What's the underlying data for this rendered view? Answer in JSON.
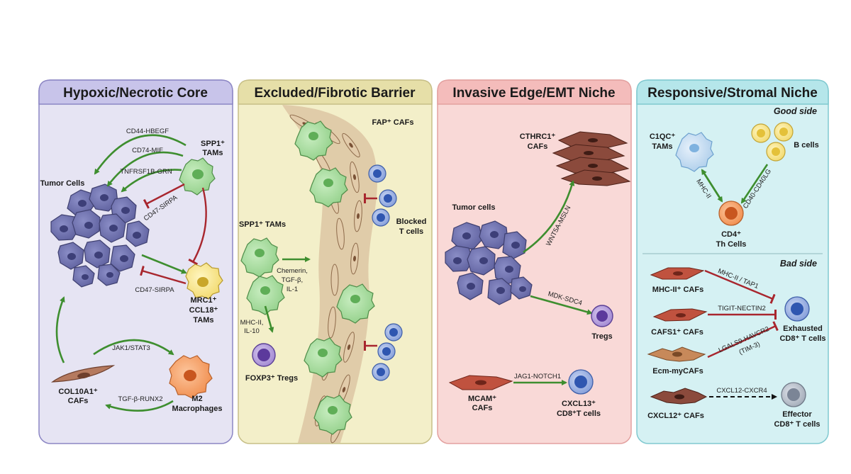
{
  "colors": {
    "panel1_bg": "#e6e4f3",
    "panel1_header": "#c8c4ea",
    "panel1_border": "#8c86c4",
    "panel2_bg": "#f3efc9",
    "panel2_header": "#e6dfa8",
    "panel2_border": "#c7bf87",
    "panel3_bg": "#f9d9d7",
    "panel3_header": "#f4bcbb",
    "panel3_border": "#e3a1a0",
    "panel4_bg": "#d5f1f3",
    "panel4_header": "#b5e6ea",
    "panel4_border": "#80c9d0",
    "activation_arrow": "#3e8e2f",
    "inhibition_arrow": "#a8262e"
  },
  "panel1": {
    "title": "Hypoxic/Necrotic Core",
    "tumor_cells": "Tumor Cells",
    "spp1_tams_l1": "SPP1⁺",
    "spp1_tams_l2": "TAMs",
    "cd44": "CD44-HBEGF",
    "cd74": "CD74-MIF",
    "tnfrsf1b": "TNFRSF1B-GRN",
    "cd47_a": "CD47-SIRPA",
    "cd47_b": "CD47-SIRPA",
    "mrc1_l1": "MRC1⁺",
    "mrc1_l2": "CCL18⁺",
    "mrc1_l3": "TAMs",
    "jak1": "JAK1/STAT3",
    "col10a1_l1": "COL10A1⁺",
    "col10a1_l2": "CAFs",
    "tgfb_runx2": "TGF-β-RUNX2",
    "m2_l1": "M2",
    "m2_l2": "Macrophages"
  },
  "panel2": {
    "title": "Excluded/Fibrotic Barrier",
    "fap_cafs": "FAP⁺ CAFs",
    "spp1_tams": "SPP1⁺ TAMs",
    "chemerin_l1": "Chemerin,",
    "chemerin_l2": "TGF-β,",
    "chemerin_l3": "IL-1",
    "mhc_il10_l1": "MHC-II,",
    "mhc_il10_l2": "IL-10",
    "blocked_l1": "Blocked",
    "blocked_l2": "T cells",
    "foxp3": "FOXP3⁺ Tregs"
  },
  "panel3": {
    "title": "Invasive Edge/EMT Niche",
    "cthrc1_l1": "CTHRC1⁺",
    "cthrc1_l2": "CAFs",
    "tumor_cells": "Tumor cells",
    "wnt5a": "WNT5A-MSLN",
    "mdk": "MDK-SDC4",
    "tregs": "Tregs",
    "jag1": "JAG1-NOTCH1",
    "mcam_l1": "MCAM⁺",
    "mcam_l2": "CAFs",
    "cxcl13_l1": "CXCL13⁺",
    "cxcl13_l2": "CD8⁺T cells"
  },
  "panel4": {
    "title": "Responsive/Stromal Niche",
    "good_side": "Good side",
    "c1qc_l1": "C1QC⁺",
    "c1qc_l2": "TAMs",
    "b_cells": "B cells",
    "mhc_ii": "MHC-II",
    "cd40": "CD40-CD40LG",
    "cd4_l1": "CD4⁺",
    "cd4_l2": "Th Cells",
    "bad_side": "Bad side",
    "mhcii_cafs": "MHC-II⁺ CAFs",
    "mhcii_tap1": "MHC-II / TAP1",
    "cafs1": "CAFS1⁺ CAFs",
    "tigit": "TIGIT-NECTIN2",
    "lgals9_l1": "LGALS9-HAVCR2",
    "lgals9_l2": "(TIM-3)",
    "ecm": "Ecm-myCAFs",
    "exhausted_l1": "Exhausted",
    "exhausted_l2": "CD8⁺ T cells",
    "cxcl12_cafs": "CXCL12⁺ CAFs",
    "cxcl12_cxcr4": "CXCL12-CXCR4",
    "effector_l1": "Effector",
    "effector_l2": "CD8⁺ T cells"
  }
}
